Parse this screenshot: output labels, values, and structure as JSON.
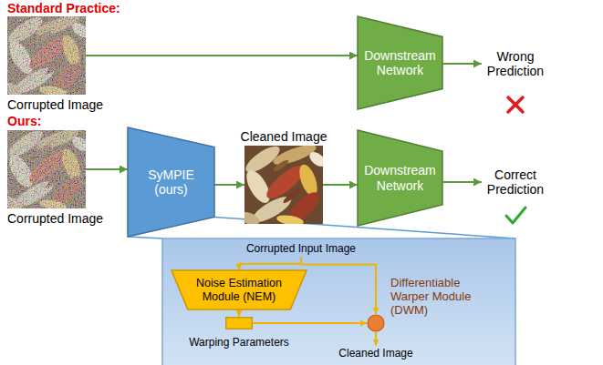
{
  "diagram": {
    "nodes": [
      {
        "text": [
          "Corrupted Image"
        ]
      },
      {
        "text": [
          "Downstream Network"
        ]
      },
      {
        "text": [
          "Wrong Prediction"
        ]
      },
      {
        "text": [
          "Corrupted Image"
        ]
      },
      {
        "text": [
          "SyMPIE (ours)"
        ]
      },
      {
        "text": [
          "Cleaned Image"
        ]
      },
      {
        "text": [
          "Downstream Network"
        ]
      },
      {
        "text": [
          "Correct Prediction"
        ]
      },
      {
        "text": []
      },
      {
        "text": [
          "Corrupted Input Image"
        ],
        "in": 8
      },
      {
        "text": [
          "Noise Estimation Module (NEM)"
        ],
        "in": 8
      },
      {
        "text": [
          "Warping Parameters"
        ],
        "in": 8
      },
      {
        "text": [
          "Differentiable Warper Module (DWM)"
        ],
        "in": 8
      },
      {
        "text": [
          "Cleaned Image"
        ],
        "in": 8
      }
    ],
    "edges": [
      {
        "from": 0,
        "to": 1,
        "arrow": "to"
      },
      {
        "from": 1,
        "to": 2,
        "arrow": "to"
      },
      {
        "from": 3,
        "to": 4,
        "arrow": "to"
      },
      {
        "from": 4,
        "to": 5,
        "arrow": "to"
      },
      {
        "from": 5,
        "to": 6,
        "arrow": "to"
      },
      {
        "from": 6,
        "to": 7,
        "arrow": "to"
      },
      {
        "from": 9,
        "to": 10,
        "arrow": "to"
      },
      {
        "from": 9,
        "to": 12,
        "arrow": "to"
      },
      {
        "from": 10,
        "to": 11,
        "arrow": "to"
      },
      {
        "from": 11,
        "to": 12,
        "arrow": "to"
      },
      {
        "from": 12,
        "to": 13,
        "arrow": "to"
      }
    ],
    "labels": [
      "Standard Practice:",
      "Ours:"
    ]
  }
}
